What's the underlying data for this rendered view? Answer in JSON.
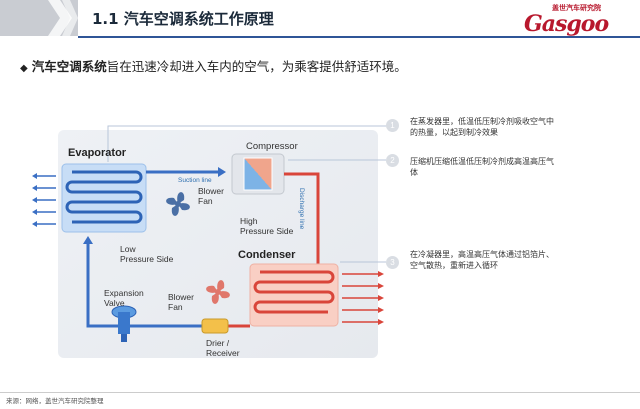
{
  "header": {
    "title": "1.1 汽车空调系统工作原理",
    "logo_sub": "盖世汽车研究院",
    "logo_main": "Gasgoo"
  },
  "summary": {
    "term": "汽车空调系统",
    "text": "旨在迅速冷却进入车内的空气，为乘客提供舒适环境。"
  },
  "diagram": {
    "evaporator": "Evaporator",
    "compressor": "Compressor",
    "condenser": "Condenser",
    "suction_line": "Suction line",
    "discharge_line": "Discharge line",
    "blower_fan_1": [
      "Blower",
      "Fan"
    ],
    "blower_fan_2": [
      "Blower",
      "Fan"
    ],
    "high_pressure": [
      "High",
      "Pressure Side"
    ],
    "low_pressure": [
      "Low",
      "Pressure Side"
    ],
    "expansion_valve": [
      "Expansion",
      "Valve"
    ],
    "drier_receiver": [
      "Drier /",
      "Receiver"
    ]
  },
  "notes": [
    {
      "num": "1",
      "lines": [
        "在蒸发器里，低温低压制冷剂吸收空气中",
        "的热量，以起到制冷效果"
      ]
    },
    {
      "num": "2",
      "lines": [
        "压缩机压缩低温低压制冷剂成高温高压气",
        "体"
      ]
    },
    {
      "num": "3",
      "lines": [
        "在冷凝器里，高温高压气体通过铝箔片、",
        "空气散热，重新进入循环"
      ]
    }
  ],
  "footer": "来源：网络，盖世汽车研究院整理",
  "colors": {
    "accent_blue": "#2f5597",
    "cold_blue": "#3a6fc4",
    "hot_red": "#d9453a",
    "brand_red": "#b8182d"
  }
}
